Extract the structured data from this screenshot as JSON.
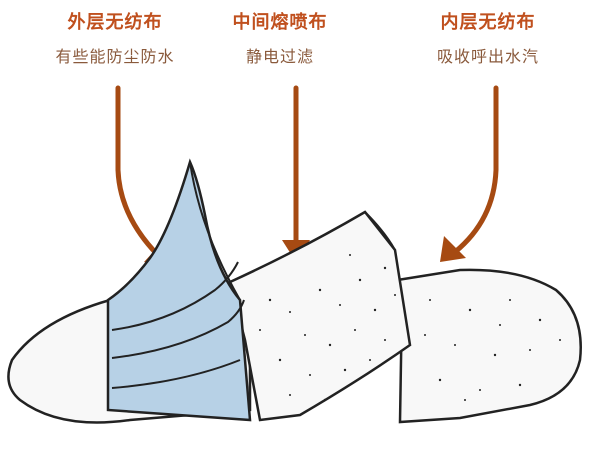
{
  "layers": [
    {
      "title": "外层无纺布",
      "description": "有些能防尘防水"
    },
    {
      "title": "中间熔喷布",
      "description": "静电过滤"
    },
    {
      "title": "内层无纺布",
      "description": "吸收呼出水汽"
    }
  ],
  "colors": {
    "title_text": "#c0501e",
    "description_text": "#8a5a3c",
    "arrow": "#a64a12",
    "outer_layer_fill": "#b7d1e6",
    "outline": "#222222",
    "paper_fill": "#f8f8f8"
  }
}
